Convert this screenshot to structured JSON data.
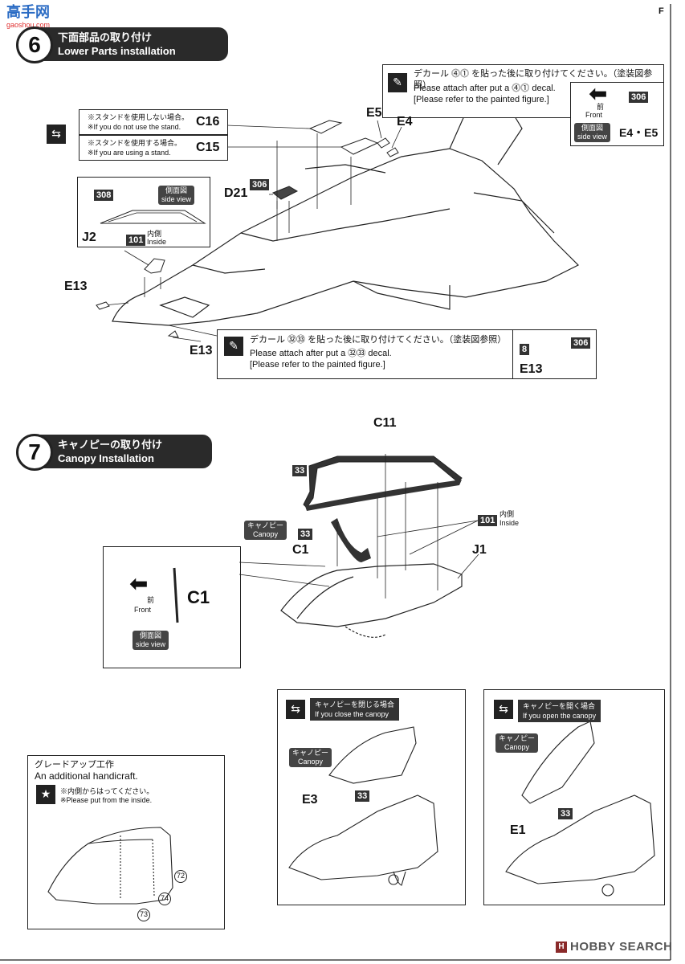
{
  "header": {
    "logo_cn": "高手网",
    "logo_url_text": "gaoshou.com",
    "frame_corner": "F"
  },
  "step6": {
    "number": "6",
    "title_jp": "下面部品の取り付け",
    "title_en": "Lower Parts installation",
    "decal_note_jp": "デカール ⓸⓵ を貼った後に取り付けてください。（塗装図参照）",
    "decal_note_en1": "Please attach after put a ⓸⓵ decal.",
    "decal_note_en2": "[Please refer to the painted figure.]",
    "front_jp": "前",
    "front_en": "Front",
    "side_view_jp": "側面図",
    "side_view_en": "side view",
    "badge_306_top": "306",
    "e4e5": "E4・E5",
    "no_stand_jp": "※スタンドを使用しない場合。",
    "no_stand_en": "※If you do not use the stand.",
    "stand_jp": "※スタンドを使用する場合。",
    "stand_en": "※If you are using a stand.",
    "c16": "C16",
    "c15": "C15",
    "e5": "E5",
    "e4": "E4",
    "d21": "D21",
    "badge_306": "306",
    "badge_308": "308",
    "side_view_box_jp": "側面図",
    "side_view_box_en": "side view",
    "j2": "J2",
    "badge_101": "101",
    "inside_jp": "内側",
    "inside_en": "Inside",
    "e13_a": "E13",
    "e13_b": "E13",
    "decal2_jp": "デカール ㉜㉝ を貼った後に取り付けてください。（塗装図参照）",
    "decal2_en1": "Please attach after put a ㉜㉝ decal.",
    "decal2_en2": "[Please refer to the painted figure.]",
    "badge_8": "8",
    "badge_306_b": "306",
    "e13_c": "E13"
  },
  "step7": {
    "number": "7",
    "title_jp": "キャノピーの取り付け",
    "title_en": "Canopy Installation",
    "c11": "C11",
    "badge_33_a": "33",
    "canopy_jp": "キャノピー",
    "canopy_en": "Canopy",
    "badge_33_b": "33",
    "c1": "C1",
    "badge_101": "101",
    "inside_jp": "内側",
    "inside_en": "Inside",
    "j1": "J1",
    "front_jp": "前",
    "front_en": "Front",
    "c1_big": "C1",
    "side_view_jp": "側面図",
    "side_view_en": "side view"
  },
  "grade_up": {
    "title_jp": "グレードアップ工作",
    "title_en": "An additional handicraft.",
    "note_jp": "※内側からはってください。",
    "note_en": "※Please put from the inside.",
    "n72": "72",
    "n73": "73",
    "n74": "74"
  },
  "close_canopy": {
    "jp": "キャノピーを閉じる場合",
    "en": "If you close the canopy",
    "canopy_jp": "キャノピー",
    "canopy_en": "Canopy",
    "e3": "E3",
    "badge_33": "33"
  },
  "open_canopy": {
    "jp": "キャノピーを開く場合",
    "en": "If you open the canopy",
    "canopy_jp": "キャノピー",
    "canopy_en": "Canopy",
    "e1": "E1",
    "badge_33": "33"
  },
  "footer": {
    "watermark": "HOBBY SEARCH",
    "watermark_mark": "H"
  }
}
